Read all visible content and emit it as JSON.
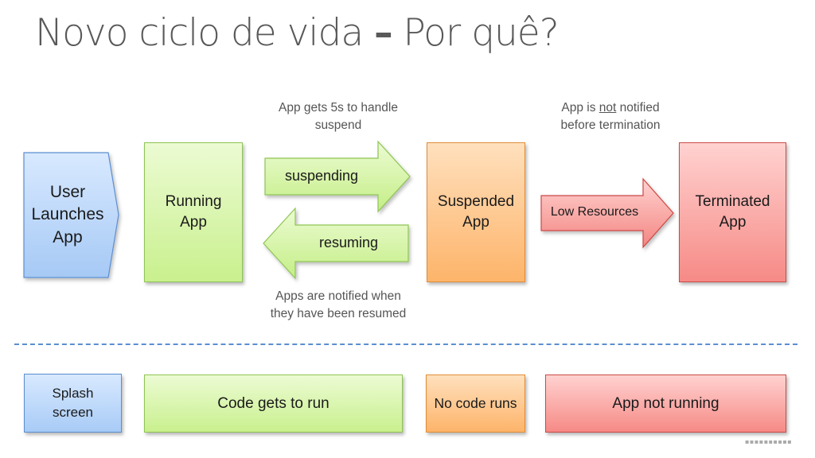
{
  "title": {
    "part1": "Novo ciclo de vida ",
    "dash": "–",
    "part2": " Por quê?"
  },
  "states": {
    "user_launches": "User\nLaunches\nApp",
    "running": "Running\nApp",
    "suspended": "Suspended\nApp",
    "terminated": "Terminated\nApp"
  },
  "transitions": {
    "suspending": "suspending",
    "resuming": "resuming",
    "low_resources": "Low Resources"
  },
  "notes": {
    "suspend_time_line1": "App gets 5s to handle",
    "suspend_time_line2": "suspend",
    "not_notified_prefix": "App is ",
    "not_notified_emph": "not",
    "not_notified_suffix": " notified",
    "not_notified_line2": "before termination",
    "resumed_line1": "Apps are notified when",
    "resumed_line2": "they have been resumed"
  },
  "timeline": {
    "splash": "Splash\nscreen",
    "code_runs": "Code gets to run",
    "no_code": "No code runs",
    "not_running": "App not running"
  },
  "colors": {
    "green": "#c9f08e",
    "orange": "#fdb46a",
    "red": "#f68a86",
    "blue": "#a8cbf6",
    "divider": "#5b8fd0"
  }
}
